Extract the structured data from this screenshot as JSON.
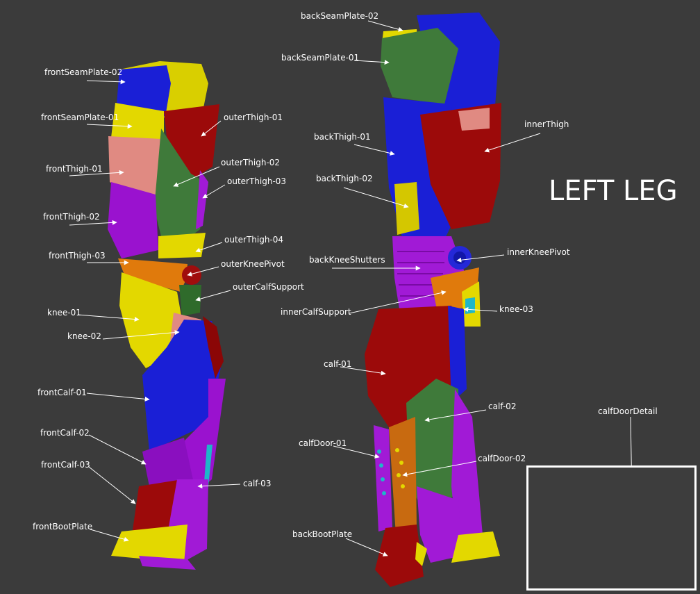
{
  "title": "LEFT LEG",
  "colors": {
    "background": "#3b3b3b",
    "blue": "#1a1fd6",
    "yellow": "#e3d800",
    "red": "#9c0a0a",
    "green": "#3f7a3a",
    "salmon": "#e08a82",
    "purple": "#a11ad6",
    "orange": "#e07a0c",
    "cyan": "#1fb6c9",
    "label": "#ffffff"
  },
  "labels": {
    "frontSeamPlate02": "frontSeamPlate-02",
    "frontSeamPlate01": "frontSeamPlate-01",
    "frontThigh01": "frontThigh-01",
    "frontThigh02": "frontThigh-02",
    "frontThigh03": "frontThigh-03",
    "knee01": "knee-01",
    "knee02": "knee-02",
    "frontCalf01": "frontCalf-01",
    "frontCalf02": "frontCalf-02",
    "frontCalf03": "frontCalf-03",
    "frontBootPlate": "frontBootPlate",
    "outerThigh01": "outerThigh-01",
    "outerThigh02": "outerThigh-02",
    "outerThigh03": "outerThigh-03",
    "outerThigh04": "outerThigh-04",
    "outerKneePivot": "outerKneePivot",
    "outerCalfSupport": "outerCalfSupport",
    "calf03": "calf-03",
    "backSeamPlate02": "backSeamPlate-02",
    "backSeamPlate01": "backSeamPlate-01",
    "backThigh01": "backThigh-01",
    "backThigh02": "backThigh-02",
    "backKneeShutters": "backKneeShutters",
    "innerCalfSupport": "innerCalfSupport",
    "calf01": "calf-01",
    "calfDoor01": "calfDoor-01",
    "backBootPlate": "backBootPlate",
    "innerThigh": "innerThigh",
    "innerKneePivot": "innerKneePivot",
    "knee03": "knee-03",
    "calf02": "calf-02",
    "calfDoor02": "calfDoor-02",
    "calfDoorDetail": "calfDoorDetail"
  }
}
